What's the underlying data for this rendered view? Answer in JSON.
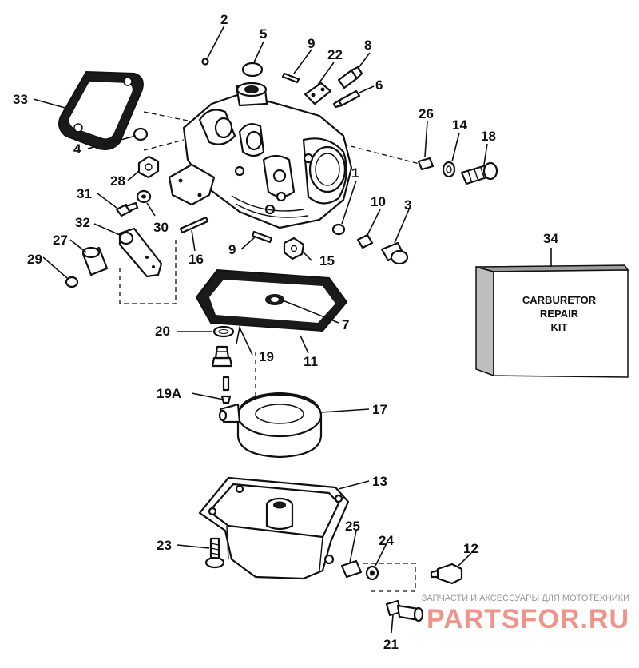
{
  "kit": {
    "line1": "CARBURETOR",
    "line2": "REPAIR",
    "line3": "KIT"
  },
  "watermark": {
    "tagline": "ЗАПЧАСТИ И АКСЕССУАРЫ ДЛЯ МОТОТЕХНИКИ",
    "logo": "PARTSFOR.RU"
  },
  "labels": {
    "l2": "2",
    "l5": "5",
    "l9a": "9",
    "l22": "22",
    "l8": "8",
    "l6": "6",
    "l33": "33",
    "l4": "4",
    "l26": "26",
    "l14": "14",
    "l18": "18",
    "l28": "28",
    "l31": "31",
    "l30": "30",
    "l1": "1",
    "l10": "10",
    "l3": "3",
    "l32": "32",
    "l27": "27",
    "l29": "29",
    "l16": "16",
    "l9b": "9",
    "l15": "15",
    "l34": "34",
    "l7": "7",
    "l20": "20",
    "l19": "19",
    "l11": "11",
    "l19a": "19A",
    "l17": "17",
    "l13": "13",
    "l23": "23",
    "l25": "25",
    "l24": "24",
    "l12": "12",
    "l21": "21"
  }
}
